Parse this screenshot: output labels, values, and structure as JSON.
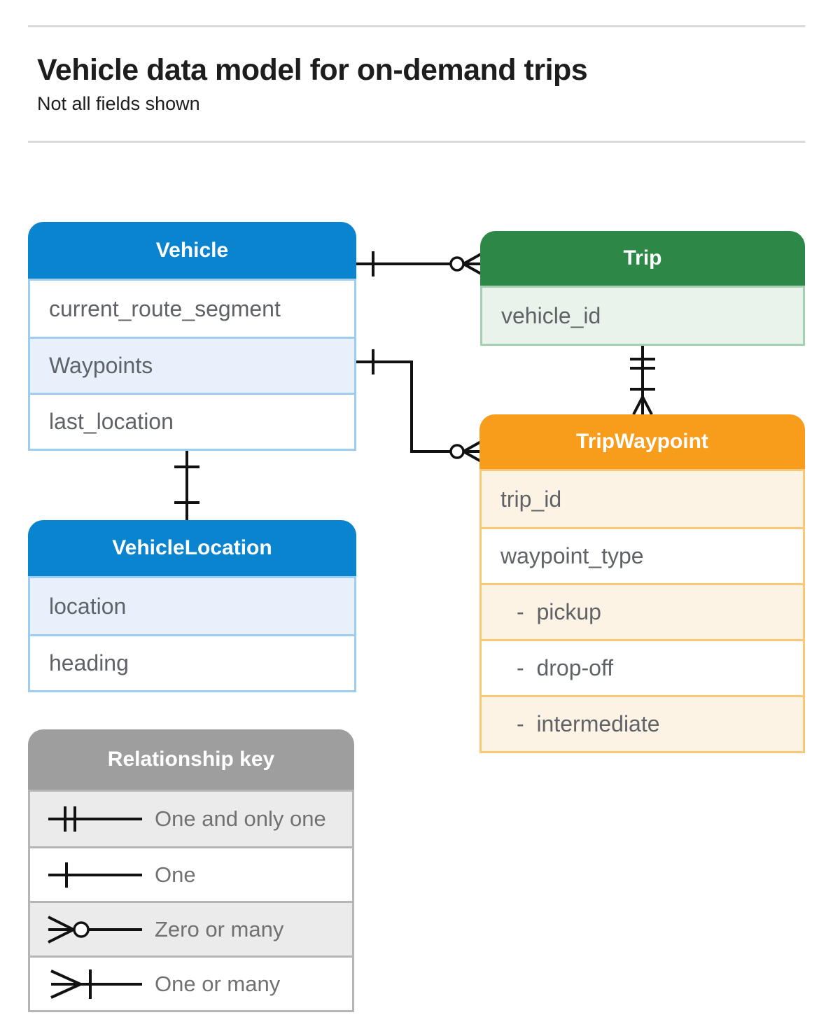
{
  "header": {
    "title": "Vehicle data model for on-demand trips",
    "subtitle": "Not all fields shown"
  },
  "entities": {
    "vehicle": {
      "title": "Vehicle",
      "fields": [
        "current_route_segment",
        "Waypoints",
        "last_location"
      ]
    },
    "trip": {
      "title": "Trip",
      "fields": [
        "vehicle_id"
      ]
    },
    "trip_waypoint": {
      "title": "TripWaypoint",
      "fields": [
        "trip_id",
        "waypoint_type",
        "-  pickup",
        "-  drop-off",
        "-  intermediate"
      ]
    },
    "vehicle_location": {
      "title": "VehicleLocation",
      "fields": [
        "location",
        "heading"
      ]
    }
  },
  "legend": {
    "title": "Relationship key",
    "items": [
      {
        "symbol": "one-and-only-one",
        "label": "One and only one"
      },
      {
        "symbol": "one",
        "label": "One"
      },
      {
        "symbol": "zero-or-many",
        "label": "Zero or many"
      },
      {
        "symbol": "one-or-many",
        "label": "One or many"
      }
    ]
  },
  "relationships": [
    {
      "from": "Vehicle",
      "to": "Trip",
      "from_cardinality": "one",
      "to_cardinality": "zero-or-many"
    },
    {
      "from": "Vehicle.Waypoints",
      "to": "TripWaypoint",
      "from_cardinality": "one",
      "to_cardinality": "zero-or-many"
    },
    {
      "from": "Trip",
      "to": "TripWaypoint",
      "from_cardinality": "one-and-only-one",
      "to_cardinality": "one-or-many"
    },
    {
      "from": "Vehicle.last_location",
      "to": "VehicleLocation",
      "from_cardinality": "one",
      "to_cardinality": "one"
    }
  ],
  "colors": {
    "blue_header": "#0b84d0",
    "blue_row": "#e8f1fb",
    "blue_border": "#9fcdf2",
    "green_header": "#2d8747",
    "green_row": "#e9f3ec",
    "green_border": "#a5d0b0",
    "orange_header": "#f89c1c",
    "orange_row": "#fdf3e4",
    "orange_border": "#f8c875",
    "gray_header": "#9e9e9e",
    "gray_row": "#ebebeb",
    "gray_border": "#b5b5b5",
    "field_text": "#5f6368",
    "connector_line": "#111111"
  }
}
